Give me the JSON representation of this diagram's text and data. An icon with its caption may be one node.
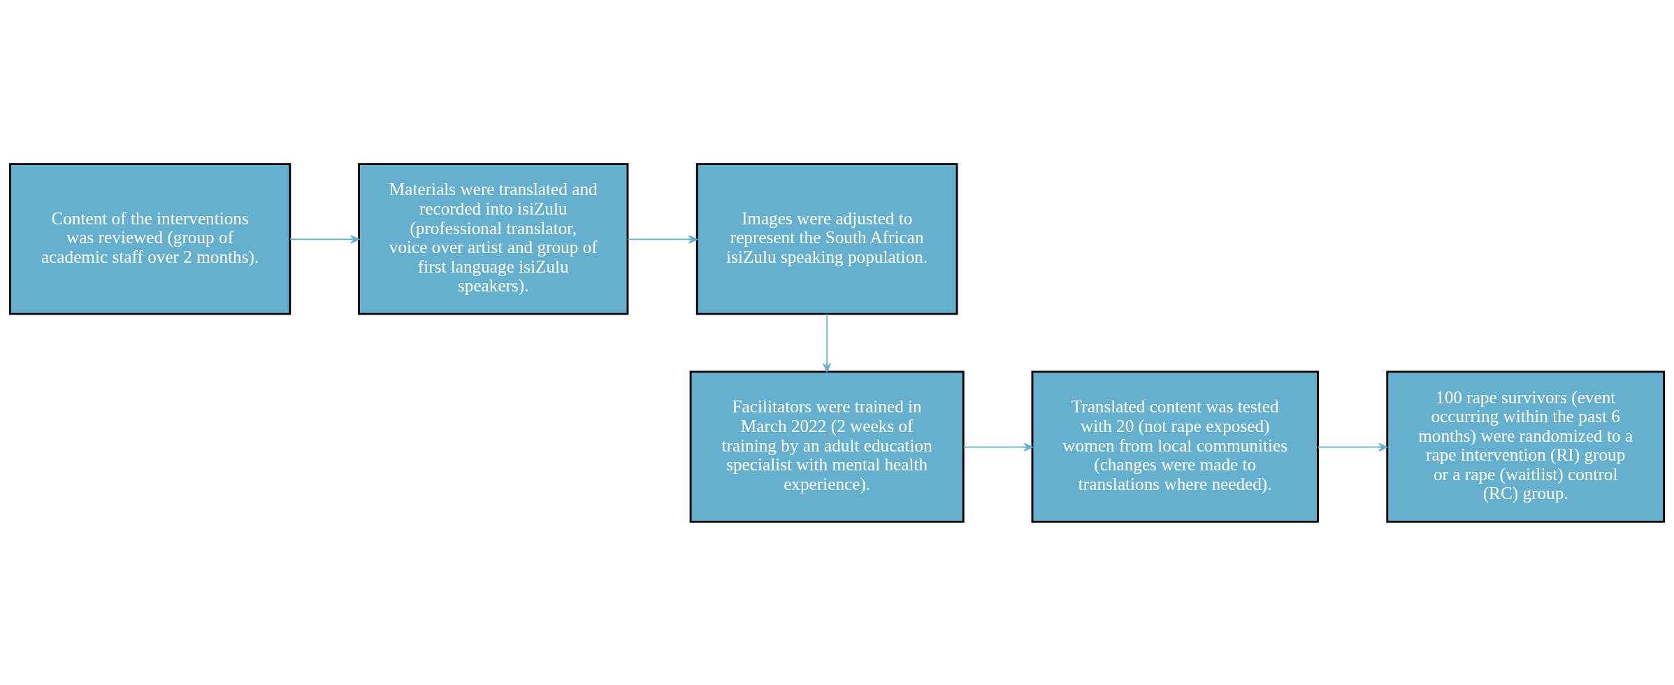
{
  "diagram": {
    "nodes": [
      {
        "text": [
          "Content of the interventions was reviewed (group of academic staff over 2 months)."
        ]
      },
      {
        "text": [
          "Materials were translated and recorded into isiZulu (professional translator, voice over artist and group of first language isiZulu speakers)."
        ]
      },
      {
        "text": [
          "Images were adjusted to represent the South African isiZulu speaking population."
        ]
      },
      {
        "text": [
          "Facilitators were trained in March 2022 (2 weeks of training by an adult education specialist with mental health experience)."
        ]
      },
      {
        "text": [
          "Translated content was tested with 20 (not rape exposed) women from local communities (changes were made to translations where needed)."
        ]
      },
      {
        "text": [
          "100 rape survivors (event occurring within the past 6 months) were randomized to a rape intervention (RI) group or a rape (waitlist) control (RC) group."
        ]
      }
    ],
    "edges": [
      {
        "from": 0,
        "to": 1,
        "arrow": "to"
      },
      {
        "from": 1,
        "to": 2,
        "arrow": "to"
      },
      {
        "from": 2,
        "to": 3,
        "arrow": "to"
      },
      {
        "from": 3,
        "to": 4,
        "arrow": "to"
      },
      {
        "from": 4,
        "to": 5,
        "arrow": "to"
      }
    ]
  }
}
